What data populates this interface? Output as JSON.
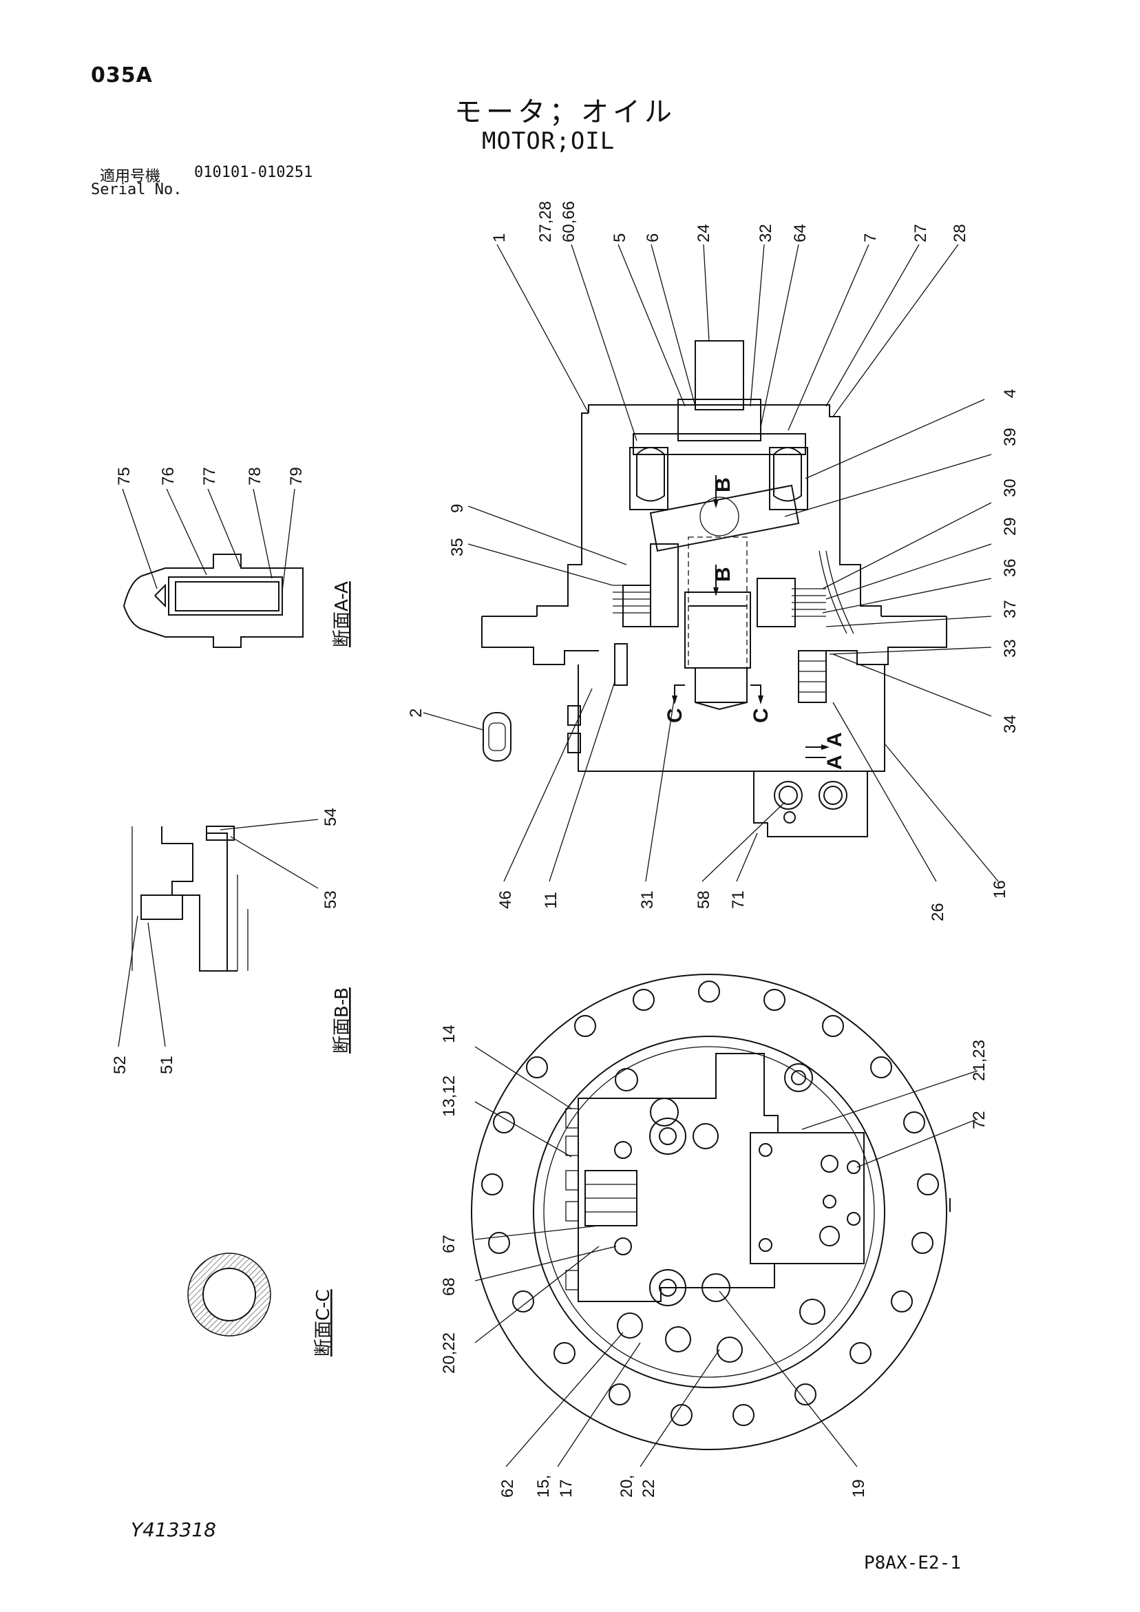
{
  "header": {
    "page_code": "035A",
    "title_jp": "モータ；オイル",
    "title_en": "MOTOR;OIL",
    "serial_label_jp": "適用号機",
    "serial_range": "010101-010251",
    "serial_label_en": "Serial No."
  },
  "footer": {
    "drawing_no": "Y413318",
    "page_ref": "P8AX-E2-1"
  },
  "sections": {
    "aa": "断面A-A",
    "bb": "断面B-B",
    "cc": "断面C-C"
  },
  "markers": {
    "a": "A",
    "b": "B",
    "c": "C"
  },
  "callouts": {
    "top_row": [
      "1",
      "27,28",
      "60,66",
      "5",
      "6",
      "24",
      "32",
      "64",
      "7",
      "27",
      "28"
    ],
    "right_main": [
      "4",
      "39",
      "30",
      "29",
      "36",
      "37",
      "33",
      "34"
    ],
    "left_main": [
      "9",
      "35",
      "2"
    ],
    "bottom_main": [
      "46",
      "11",
      "31",
      "58",
      "71",
      "26",
      "16"
    ],
    "section_aa": [
      "75",
      "76",
      "77",
      "78",
      "79"
    ],
    "section_bb": [
      "54",
      "53",
      "52",
      "51"
    ],
    "bottom_view_left": [
      "14",
      "13,12",
      "67",
      "68",
      "20,22"
    ],
    "bottom_view_right": [
      "21,23",
      "72"
    ],
    "bottom_view_bottom": [
      "62",
      "15,",
      "17",
      "20,",
      "22",
      "19"
    ]
  }
}
